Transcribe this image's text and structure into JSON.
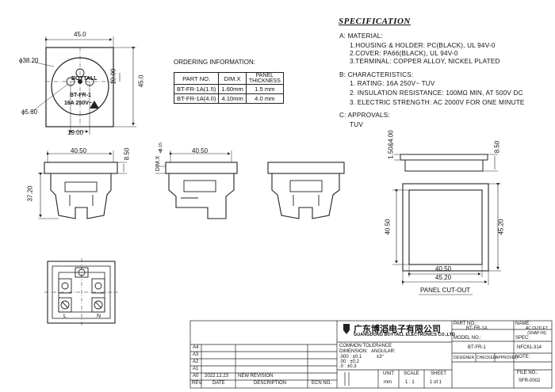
{
  "front_view": {
    "width": "45.0",
    "height": "45.0",
    "inner_height": "10.00",
    "pin_spacing": "19.00",
    "recess_dia": "ϕ38.20",
    "pin_dia": "ϕ5.60",
    "brand": "BOYTALL",
    "model": "BT-FR-1",
    "rating": "16A 250V~"
  },
  "ordering": {
    "heading": "ORDERING INFORMATION:",
    "headers": [
      "PART NO.",
      "DIM.X",
      "PANEL THICKNESS"
    ],
    "rows": [
      [
        "BT-FR-1A(1.5)",
        "1.60mm",
        "1.5 mm"
      ],
      [
        "BT-FR-1A(4.0)",
        "4.10mm",
        "4.0 mm"
      ]
    ]
  },
  "spec": {
    "title": "SPECIFICATION",
    "a_title": "A:  MATERIAL:",
    "a_lines": [
      "1.HOUSING & HOLDER: PC(BLACK), UL 94V-0",
      "2.COVER: PA66(BLACK), UL 94V-0",
      "3.TERMINAL: COPPER ALLOY, NICKEL PLATED"
    ],
    "b_title": "B:  CHARACTERISTICS:",
    "b_lines": [
      "1. RATING: 16A 250V~ TUV",
      "2. INSULATION RESISTANCE: 100MΩ MIN, AT 500V DC",
      "3. ELECTRIC STRENGTH: AC 2000V FOR ONE MINUTE"
    ],
    "c_title": "C:  APPROVALS:",
    "c_lines": [
      "TUV"
    ]
  },
  "side_views": {
    "width_a": "40.50",
    "depth_a": "8.50",
    "height_a": "37.20",
    "dim_x": "DIM.X",
    "tol_plus": "+0.15",
    "tol_minus": "0",
    "width_b": "40.50"
  },
  "panel": {
    "thickness": "1.50&4.00",
    "depth": "8.50",
    "inner_h": "40.50",
    "outer_h": "45.20",
    "inner_w": "40.50",
    "outer_w": "45.20",
    "label": "PANEL CUT-OUT"
  },
  "rear": {
    "label_l": "L",
    "label_n": "N"
  },
  "title_block": {
    "company_cn": "广东博滔电子有限公司",
    "company_en": "GUANGDONG BOYTALL ELECTRONICS CO.,LTD",
    "part_no_label": "PART NO.:",
    "part_no": "BT-FR-1A",
    "name_label": "NAME:",
    "name": "AC OUTLET (SNAP-IN)",
    "model_label": "MODEL NO.:",
    "model": "BT-FR-1",
    "spec_label": "SPEC:",
    "spec_val": "NFC61-314",
    "designer": "DESIGNER",
    "checked": "CHECKED",
    "approved": "APPROVED",
    "note": "NOTE:",
    "file_no_label": "FILE NO.:",
    "file_no": "SFR-0002",
    "tol_title": "COMMON TOLERANCE",
    "tol_dim": "DIMENSION:",
    "tol_ang": "ANGULAR:",
    "tol_ang_val": "±3°",
    "tol_rows": [
      ".000 : ±0.1",
      ".00  : ±0.2",
      ".0   : ±0.3"
    ],
    "unit_label": "UNIT",
    "unit": "mm",
    "scale_label": "SCALE",
    "scale": "1 : 1",
    "sheet_label": "SHEET",
    "sheet": "1 of 1",
    "rev_rows": [
      "A4",
      "A3",
      "A2",
      "A1",
      "A0"
    ],
    "a0_date": "2022.12.23",
    "a0_desc": "NEW REVISION",
    "footer": [
      "REV.",
      "DATE",
      "DESCRIPTION",
      "ECN NO."
    ]
  }
}
